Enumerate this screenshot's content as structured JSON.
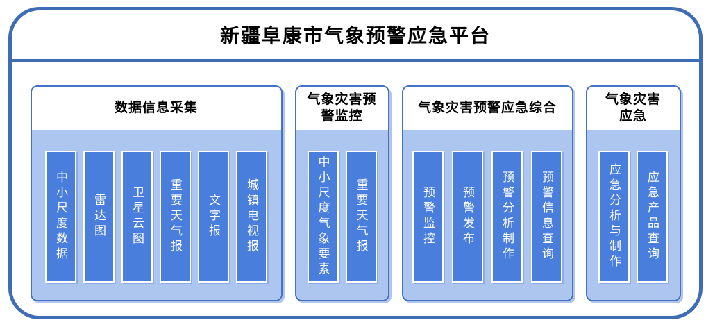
{
  "title": "新疆阜康市气象预警应急平台",
  "colors": {
    "frame_border": "#3E6CB5",
    "group_border": "#4472C4",
    "group_fill": "#ADC6F0",
    "node_fill": "#4A7EDC",
    "node_text": "#FFFFFF",
    "header_text": "#000000"
  },
  "groups": [
    {
      "header": "数据信息采集",
      "items": [
        "中小尺度数据",
        "雷达图",
        "卫星云图",
        "重要天气报",
        "文字报",
        "城镇电视报"
      ]
    },
    {
      "header": "气象灾害预警监控",
      "items": [
        "中小尺度气象要素",
        "重要天气报"
      ]
    },
    {
      "header": "气象灾害预警应急综合",
      "items": [
        "预警监控",
        "预警发布",
        "预警分析制作",
        "预警信息查询"
      ]
    },
    {
      "header": "气象灾害应急",
      "items": [
        "应急分析与制作",
        "应急产品查询"
      ]
    }
  ]
}
